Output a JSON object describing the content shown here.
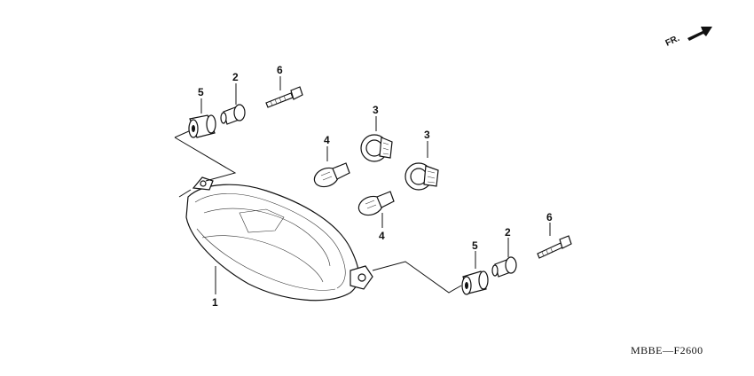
{
  "diagram": {
    "code": "MBBE—F2600",
    "direction_label": "FR.",
    "callouts": [
      "1",
      "2",
      "3",
      "4",
      "5",
      "6"
    ]
  },
  "colors": {
    "ink": "#111111",
    "background": "#ffffff"
  }
}
